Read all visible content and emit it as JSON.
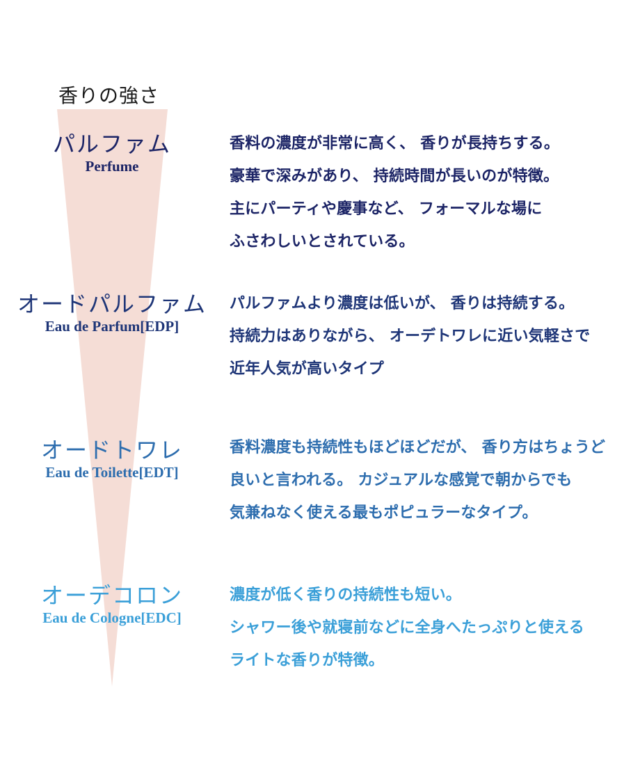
{
  "scale": {
    "title": "香りの強さ"
  },
  "colors": {
    "triangle_fill": "#f5ddd6",
    "perfume": "#1c2466",
    "eau_de_parfum": "#1e3577",
    "eau_de_toilette": "#2d6dae",
    "eau_de_cologne": "#3a9fd8"
  },
  "types": [
    {
      "name_ja": "パルファム",
      "name_en": "Perfume",
      "description": [
        "香料の濃度が非常に高く、 香りが長持ちする。",
        "豪華で深みがあり、 持続時間が長いのが特徴。",
        "主にパーティや慶事など、 フォーマルな場に",
        "ふさわしいとされている。"
      ]
    },
    {
      "name_ja": "オードパルファム",
      "name_en": "Eau de Parfum[EDP]",
      "description": [
        "パルファムより濃度は低いが、 香りは持続する。",
        "持続力はありながら、 オーデトワレに近い気軽さで",
        "近年人気が高いタイプ"
      ]
    },
    {
      "name_ja": "オードトワレ",
      "name_en": "Eau de Toilette[EDT]",
      "description": [
        "香料濃度も持続性もほどほどだが、 香り方はちょうど",
        "良いと言われる。 カジュアルな感覚で朝からでも",
        "気兼ねなく使える最もポピュラーなタイプ。"
      ]
    },
    {
      "name_ja": "オーデコロン",
      "name_en": "Eau de Cologne[EDC]",
      "description": [
        "濃度が低く香りの持続性も短い。",
        "シャワー後や就寝前などに全身へたっぷりと使える",
        "ライトな香りが特徴。"
      ]
    }
  ]
}
